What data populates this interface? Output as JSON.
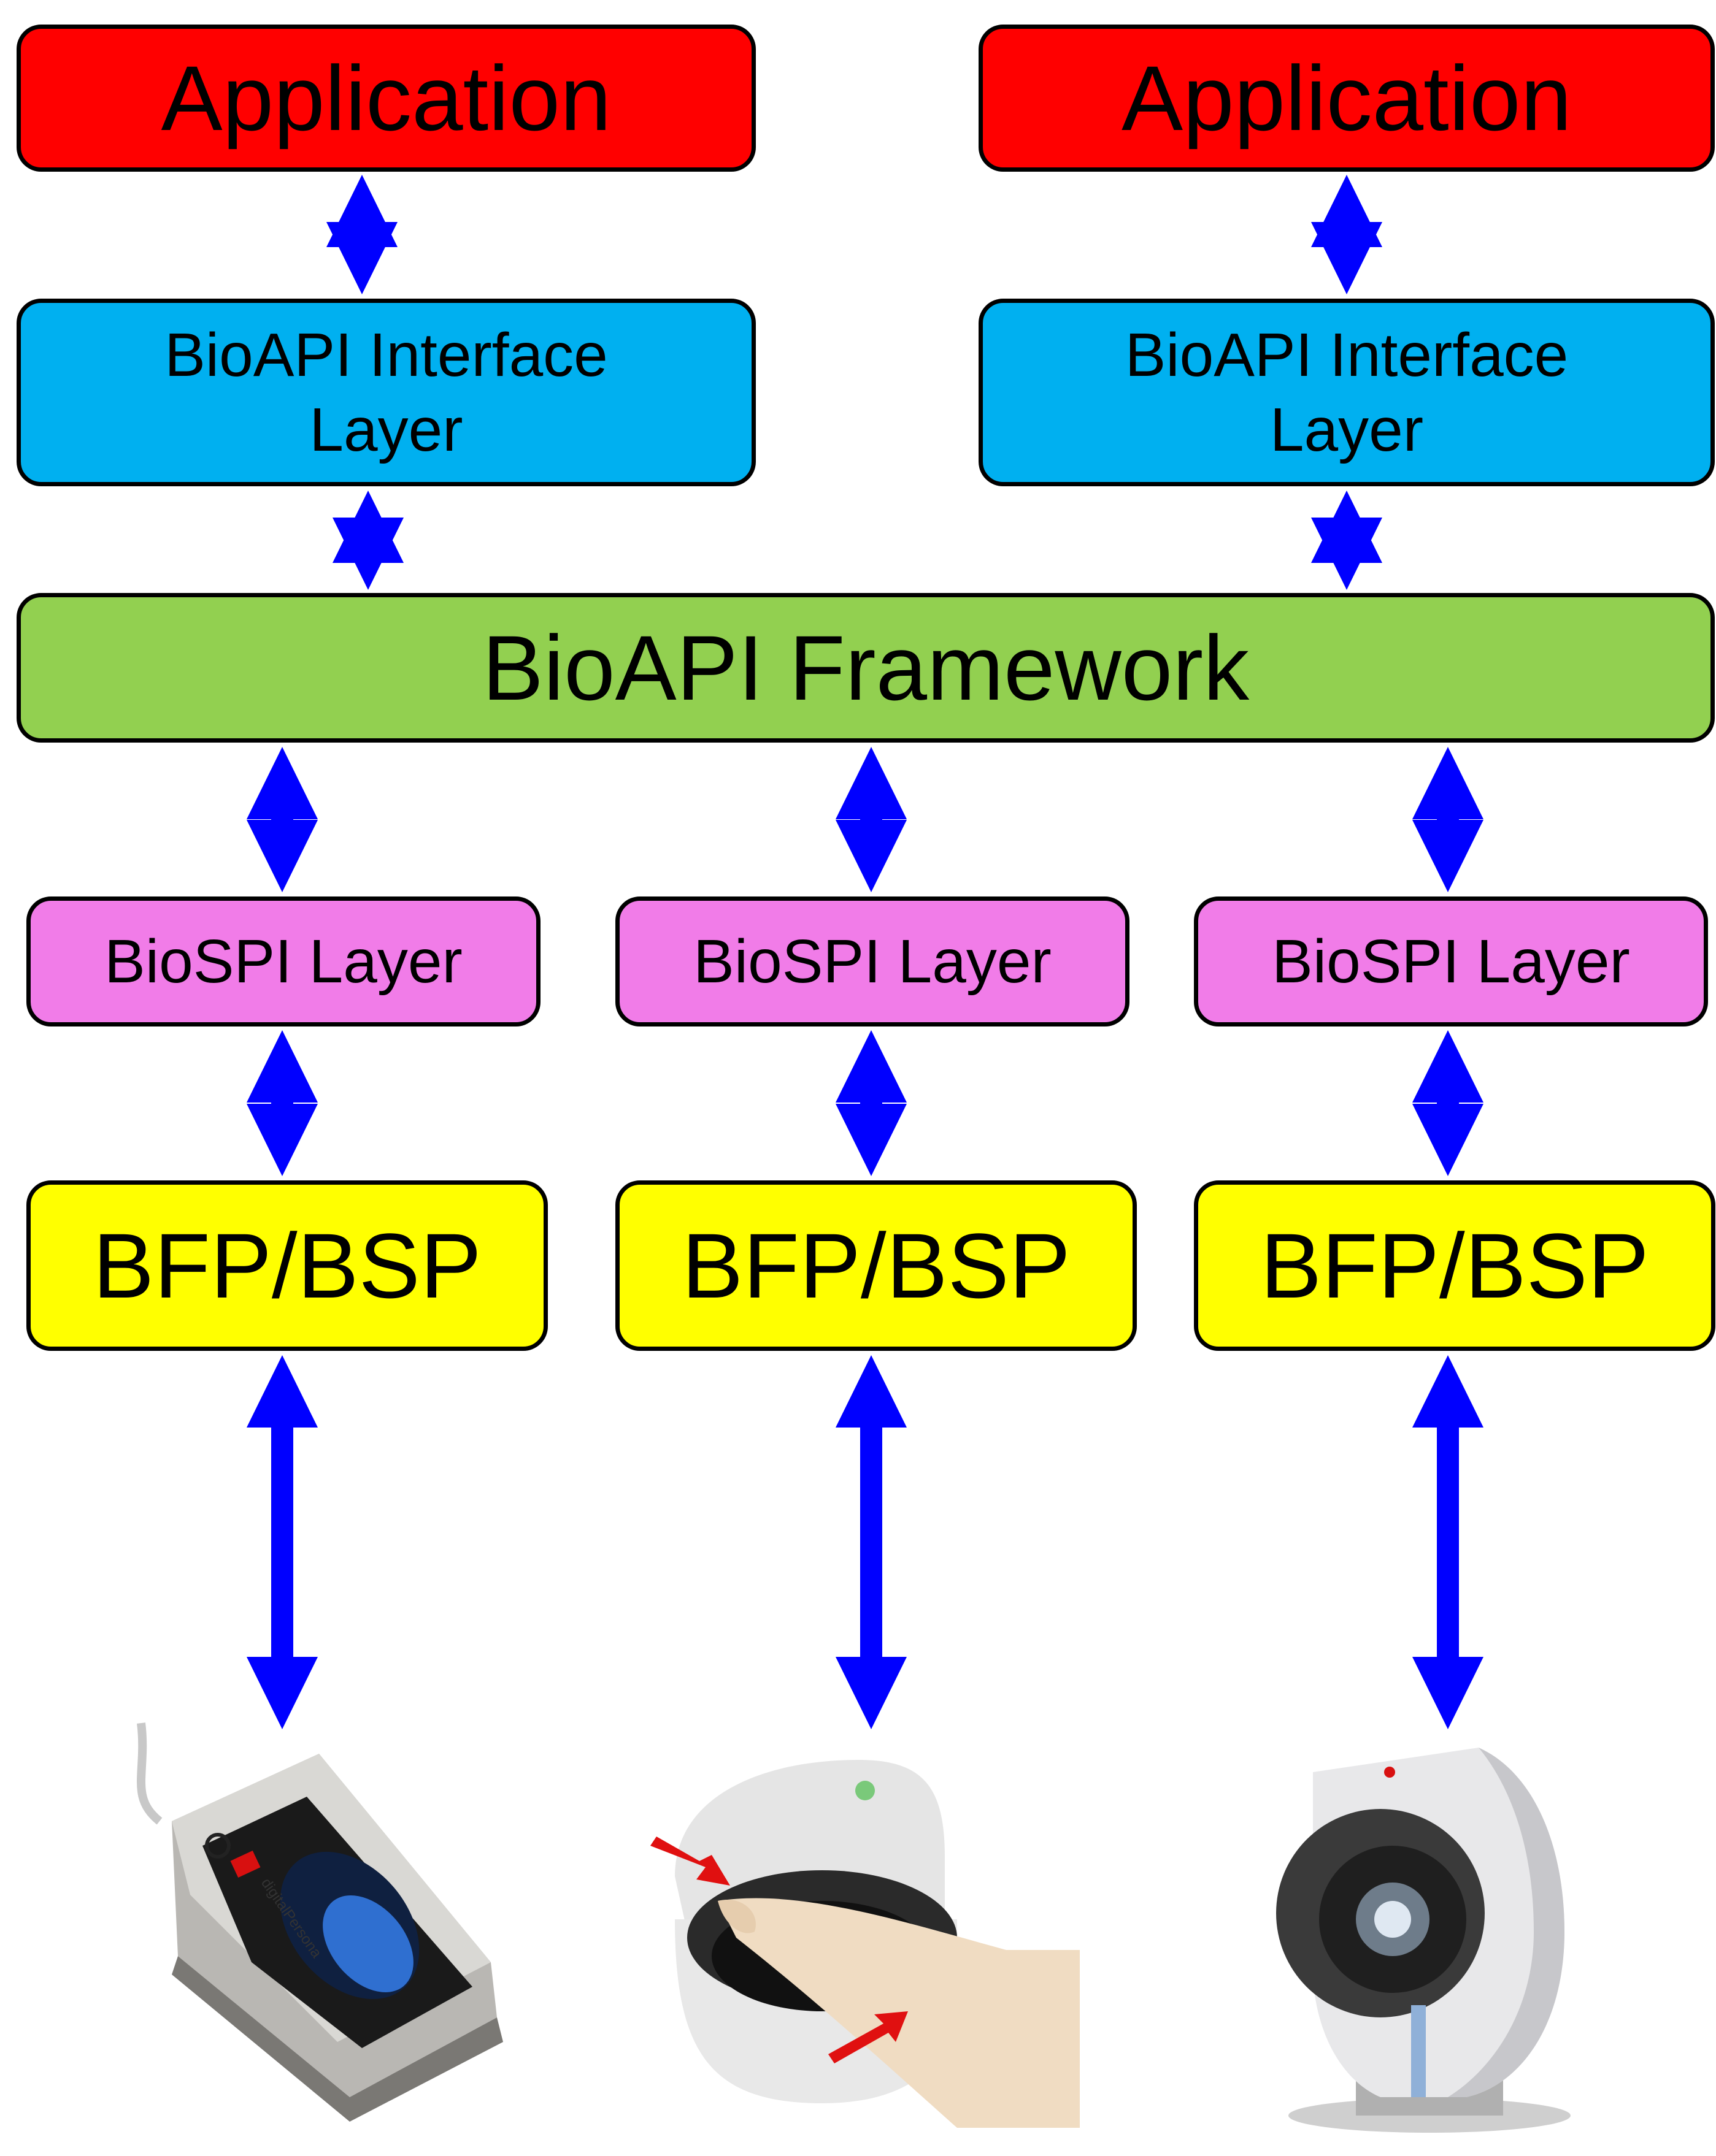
{
  "colors": {
    "arrow": "#0000ff",
    "application": "#ff0000",
    "interface": "#00b0f0",
    "framework": "#92d050",
    "spi": "#f17ce8",
    "bfp": "#ffff00"
  },
  "applications": [
    {
      "label": "Application"
    },
    {
      "label": "Application"
    }
  ],
  "interfaces": [
    {
      "label_line1": "BioAPI Interface",
      "label_line2": "Layer"
    },
    {
      "label_line1": "BioAPI Interface",
      "label_line2": "Layer"
    }
  ],
  "framework": {
    "label": "BioAPI Framework"
  },
  "spi_layers": [
    {
      "label": "BioSPI Layer"
    },
    {
      "label": "BioSPI Layer"
    },
    {
      "label": "BioSPI Layer"
    }
  ],
  "bfp_bsp": [
    {
      "label": "BFP/BSP"
    },
    {
      "label": "BFP/BSP"
    },
    {
      "label": "BFP/BSP"
    }
  ],
  "devices": [
    {
      "icon": "fingerprint-reader-icon",
      "brand_text": "digitalPersona"
    },
    {
      "icon": "finger-vein-scanner-icon"
    },
    {
      "icon": "iris-scanner-icon"
    }
  ]
}
